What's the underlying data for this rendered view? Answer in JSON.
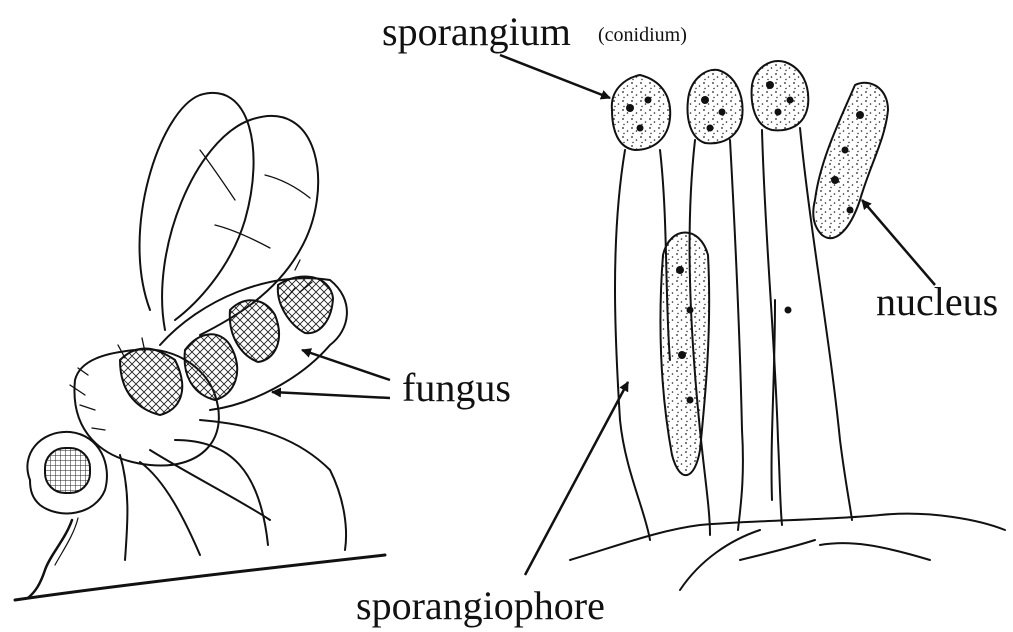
{
  "labels": {
    "sporangium": "sporangium",
    "conidium": "(conidium)",
    "fungus": "fungus",
    "nucleus": "nucleus",
    "sporangiophore": "sporangiophore"
  },
  "colors": {
    "ink": "#111111",
    "background": "#ffffff"
  }
}
